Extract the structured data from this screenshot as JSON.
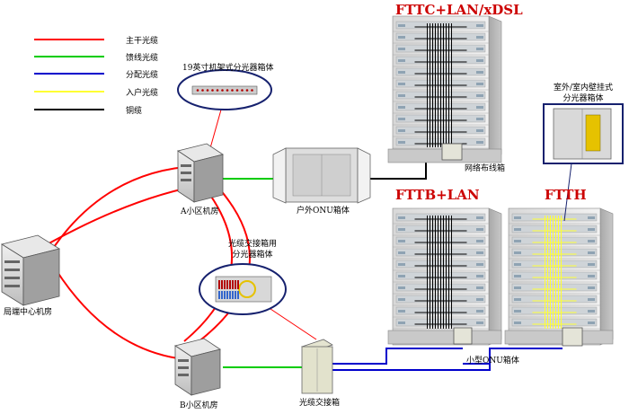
{
  "legend": [
    {
      "label": "主干光缆",
      "color": "#ff0000"
    },
    {
      "label": "馈线光缆",
      "color": "#00cc00"
    },
    {
      "label": "分配光缆",
      "color": "#0000cc"
    },
    {
      "label": "入户光缆",
      "color": "#ffff33"
    },
    {
      "label": "铜缆",
      "color": "#000000"
    }
  ],
  "titles": {
    "fttc": "FTTC+LAN/xDSL",
    "fttb": "FTTB+LAN",
    "ftth": "FTTH"
  },
  "labels": {
    "rack_splitter": "19英寸机架式分光器箱体",
    "wall_splitter_line1": "室外/室内壁挂式",
    "wall_splitter_line2": "分光器箱体",
    "cable_box_splitter_line1": "光缆交接箱用",
    "cable_box_splitter_line2": "分光器箱体",
    "room_a": "A小区机房",
    "room_b": "B小区机房",
    "central_office": "局端中心机房",
    "outdoor_onu": "户外ONU箱体",
    "network_box": "网络布线箱",
    "small_onu": "小型ONU箱体",
    "cross_box": "光缆交接箱"
  }
}
